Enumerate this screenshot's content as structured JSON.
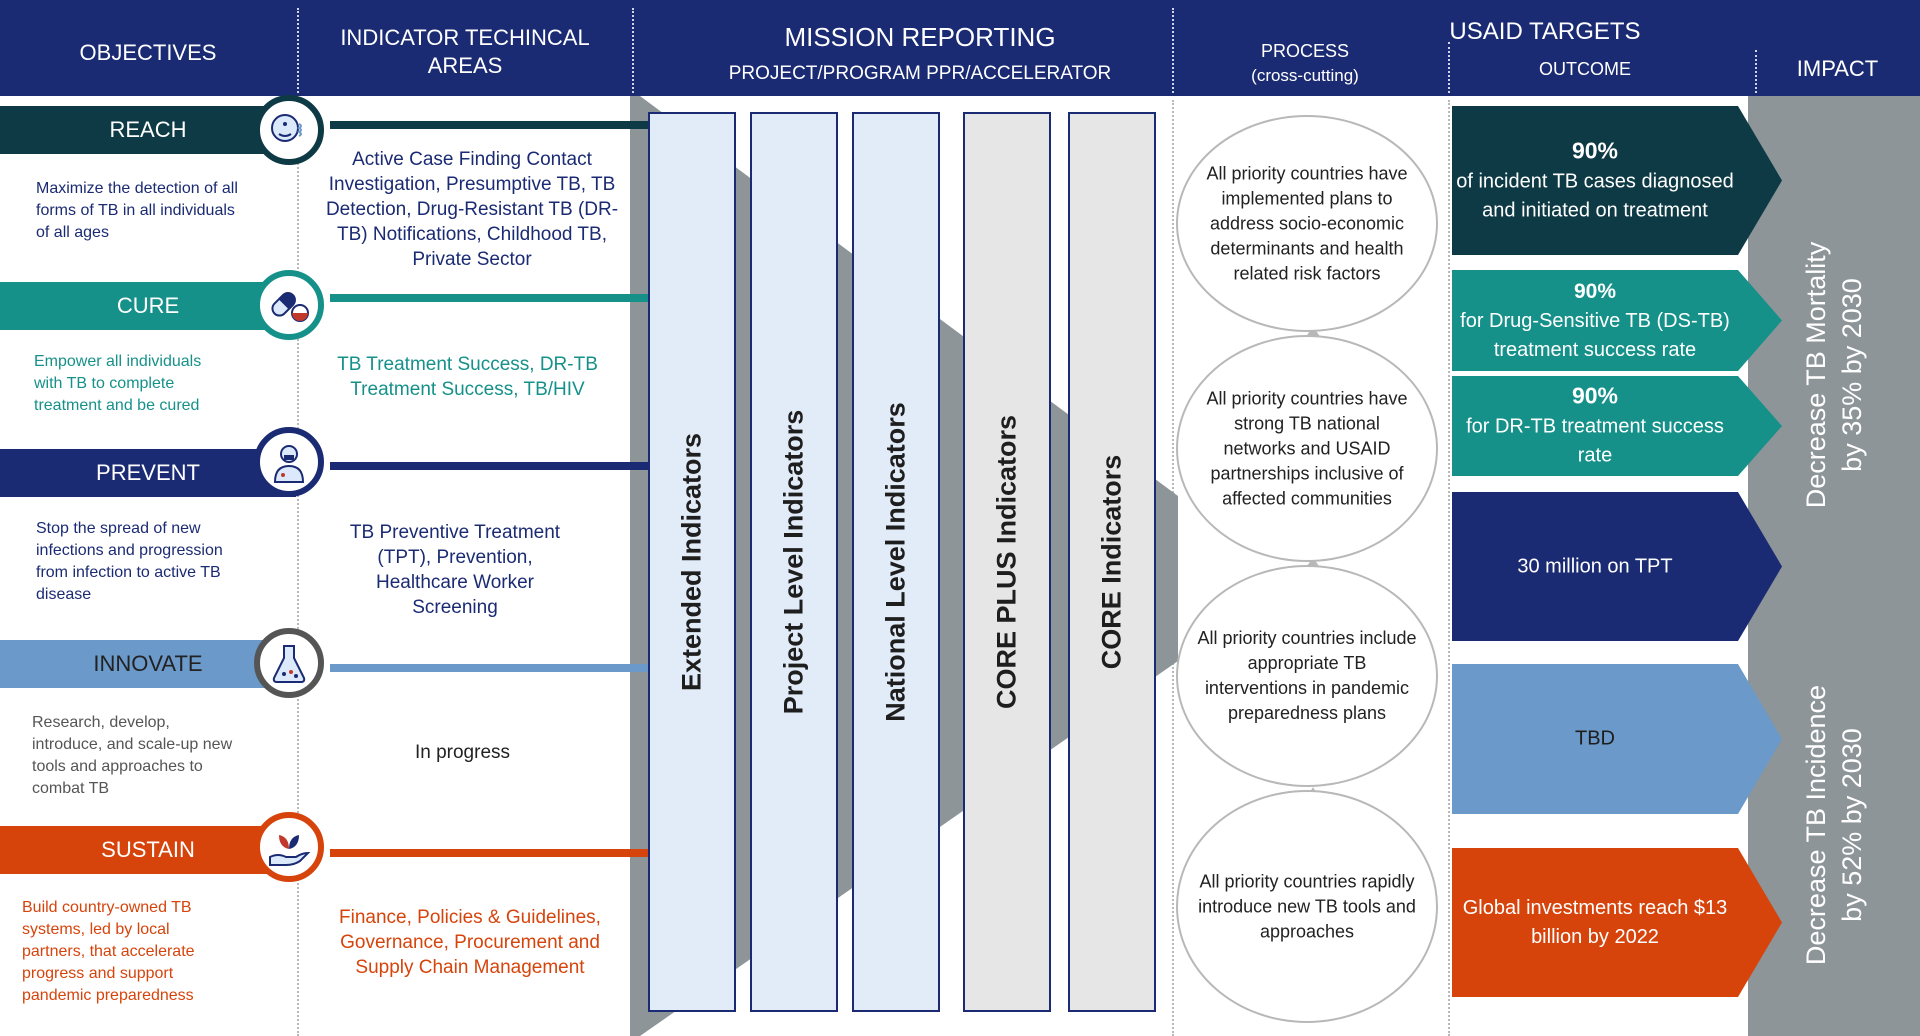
{
  "header": {
    "objectives": "OBJECTIVES",
    "technical_areas": "INDICATOR TECHINCAL AREAS",
    "mission_reporting": "MISSION  REPORTING",
    "mission_sub": "PROJECT/PROGRAM  PPR/ACCELERATOR",
    "process": "PROCESS",
    "process_sub": "(cross-cutting)",
    "usaid_targets": "USAID TARGETS",
    "outcome": "OUTCOME",
    "impact": "IMPACT"
  },
  "objectives": [
    {
      "label": "REACH",
      "description": "Maximize the detection of all forms of TB in all individuals of all ages",
      "technical": "Active Case Finding Contact Investigation, Presumptive TB, TB Detection, Drug-Resistant TB (DR-TB) Notifications, Childhood TB, Private Sector",
      "icon": "person-breathing-icon",
      "color": "#0e3a45",
      "text_color": "#1b2b73"
    },
    {
      "label": "CURE",
      "description": "Empower all individuals with TB to complete treatment and be cured",
      "technical": "TB Treatment Success, DR-TB Treatment Success, TB/HIV",
      "icon": "pill-icon",
      "color": "#16918a",
      "text_color": "#16918a"
    },
    {
      "label": "PREVENT",
      "description": "Stop the spread of new infections and progression from infection to active TB disease",
      "technical": "TB Preventive Treatment (TPT), Prevention, Healthcare Worker Screening",
      "icon": "doctor-icon",
      "color": "#1b2b73",
      "text_color": "#1b2b73"
    },
    {
      "label": "INNOVATE",
      "description": "Research, develop, introduce, and scale-up new tools and approaches to combat TB",
      "technical": "In progress",
      "icon": "flask-icon",
      "color": "#6b99c9",
      "text_color": "#555555"
    },
    {
      "label": "SUSTAIN",
      "description": "Build country-owned TB systems, led by local partners, that accelerate progress and support pandemic preparedness",
      "technical": "Finance, Policies & Guidelines, Governance, Procurement and Supply Chain Management",
      "icon": "hand-plant-icon",
      "color": "#d6440c",
      "text_color": "#d6440c"
    }
  ],
  "indicator_columns": [
    {
      "label": "Extended Indicators",
      "fill": "#e2ebf8"
    },
    {
      "label": "Project Level Indicators",
      "fill": "#e2ebf8"
    },
    {
      "label": "National Level Indicators",
      "fill": "#e2ebf8"
    },
    {
      "label": "CORE  PLUS Indicators",
      "fill": "#e6e6e6"
    },
    {
      "label": "CORE Indicators",
      "fill": "#e6e6e6"
    }
  ],
  "process": [
    "All priority countries have implemented plans to address socio-economic determinants and health related risk factors",
    "All priority countries have strong TB national networks and USAID partnerships inclusive of affected communities",
    "All priority countries include appropriate TB interventions in pandemic preparedness plans",
    "All priority countries rapidly introduce new TB tools and approaches"
  ],
  "outcomes": [
    {
      "headline": "90%",
      "text": "of incident TB cases diagnosed and initiated on treatment",
      "color": "#0e3a45"
    },
    {
      "headline": "90%",
      "text": "for Drug-Sensitive TB (DS-TB) treatment success rate",
      "color": "#16918a"
    },
    {
      "headline": "90%",
      "text": "for DR-TB treatment success rate",
      "color": "#16918a"
    },
    {
      "headline": "",
      "text": "30 million on TPT",
      "color": "#1b2b73"
    },
    {
      "headline": "",
      "text": "TBD",
      "color": "#6b99c9"
    },
    {
      "headline": "",
      "text": "Global investments reach $13 billion by 2022",
      "color": "#d6440c"
    }
  ],
  "impact": [
    {
      "line1": "Decrease TB Mortality",
      "line2": "by 35% by 2030"
    },
    {
      "line1": "Decrease TB Incidence",
      "line2": "by 52% by 2030"
    }
  ],
  "colors": {
    "navy": "#1b2b73",
    "teal": "#16918a",
    "dark_teal": "#0e3a45",
    "light_blue": "#6b99c9",
    "orange": "#d6440c",
    "gray": "#8d9599"
  }
}
